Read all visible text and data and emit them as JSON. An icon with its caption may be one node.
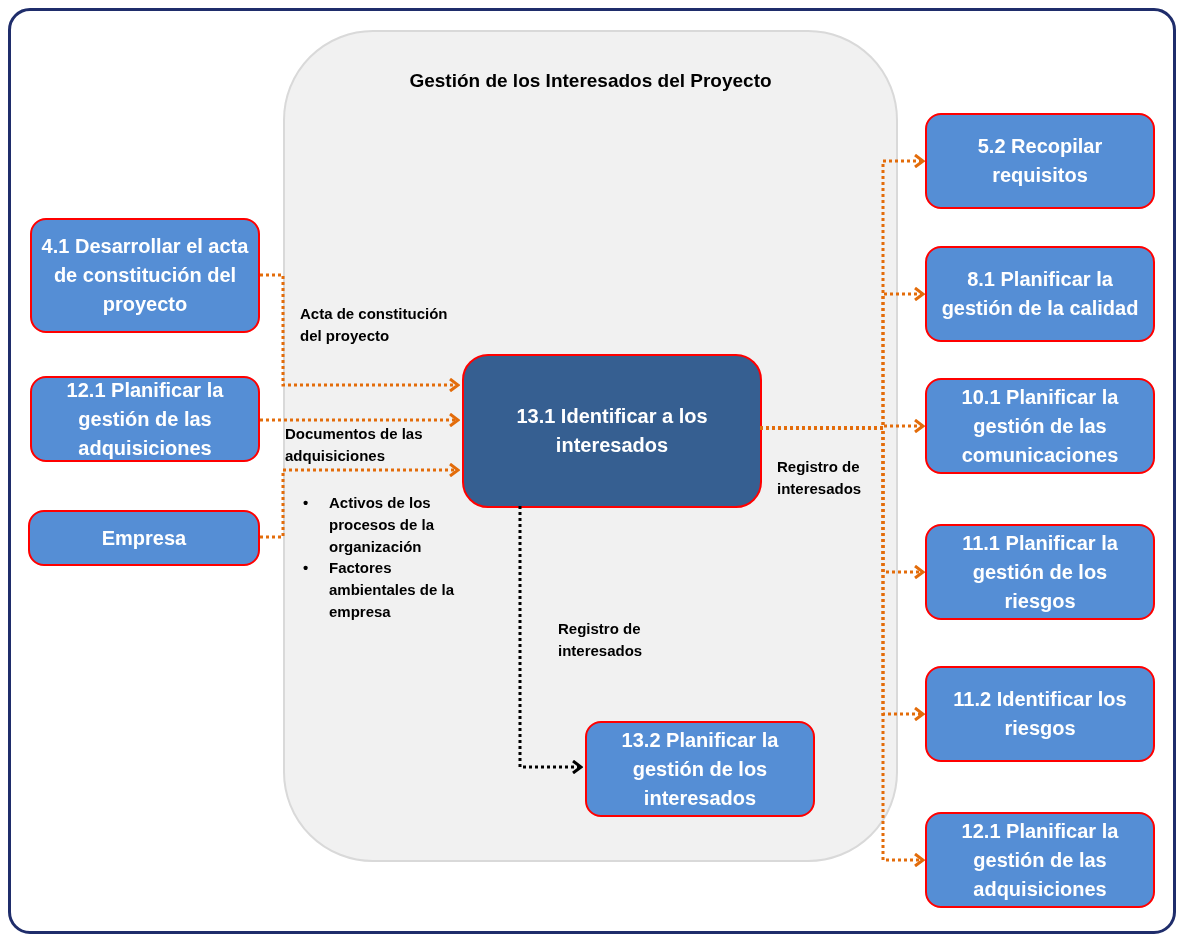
{
  "diagram": {
    "nodes": [
      {
        "text": [
          "Gestión de los Interesados del Proyecto"
        ]
      },
      {
        "text": [
          "4.1 Desarrollar el acta de constitución del proyecto"
        ]
      },
      {
        "text": [
          "12.1 Planificar la gestión de las adquisiciones"
        ]
      },
      {
        "text": [
          "Empresa"
        ]
      },
      {
        "text": [
          "13.1 Identificar a los interesados"
        ],
        "in": 0
      },
      {
        "text": [
          "13.2 Planificar la gestión de los interesados"
        ],
        "in": 0
      },
      {
        "text": [
          "5.2 Recopilar requisitos"
        ]
      },
      {
        "text": [
          "8.1 Planificar la gestión de la calidad"
        ]
      },
      {
        "text": [
          "10.1 Planificar la gestión de las comunicaciones"
        ]
      },
      {
        "text": [
          "11.1 Planificar la gestión de los riesgos"
        ]
      },
      {
        "text": [
          "11.2 Identificar los riesgos"
        ]
      },
      {
        "text": [
          "12.1 Planificar la gestión de las adquisiciones"
        ]
      }
    ],
    "edges": [
      {
        "from": 1,
        "to": 4,
        "arrow": "to",
        "label": "Acta de constitución del proyecto"
      },
      {
        "from": 2,
        "to": 4,
        "arrow": "to",
        "label": "Documentos de las adquisiciones"
      },
      {
        "from": 3,
        "to": 4,
        "arrow": "to"
      },
      {
        "from": 4,
        "to": 5,
        "arrow": "to",
        "label": "Registro de interesados",
        "color": "#000000"
      },
      {
        "from": 4,
        "to": 6,
        "arrow": "to"
      },
      {
        "from": 4,
        "to": 7,
        "arrow": "to"
      },
      {
        "from": 4,
        "to": 8,
        "arrow": "to",
        "label": "Registro de interesados"
      },
      {
        "from": 4,
        "to": 9,
        "arrow": "to"
      },
      {
        "from": 4,
        "to": 10,
        "arrow": "to"
      },
      {
        "from": 4,
        "to": 11,
        "arrow": "to"
      }
    ],
    "labels": [
      "•",
      "Activos de los procesos de la organización",
      "•",
      "Factores ambientales de la empresa"
    ]
  }
}
